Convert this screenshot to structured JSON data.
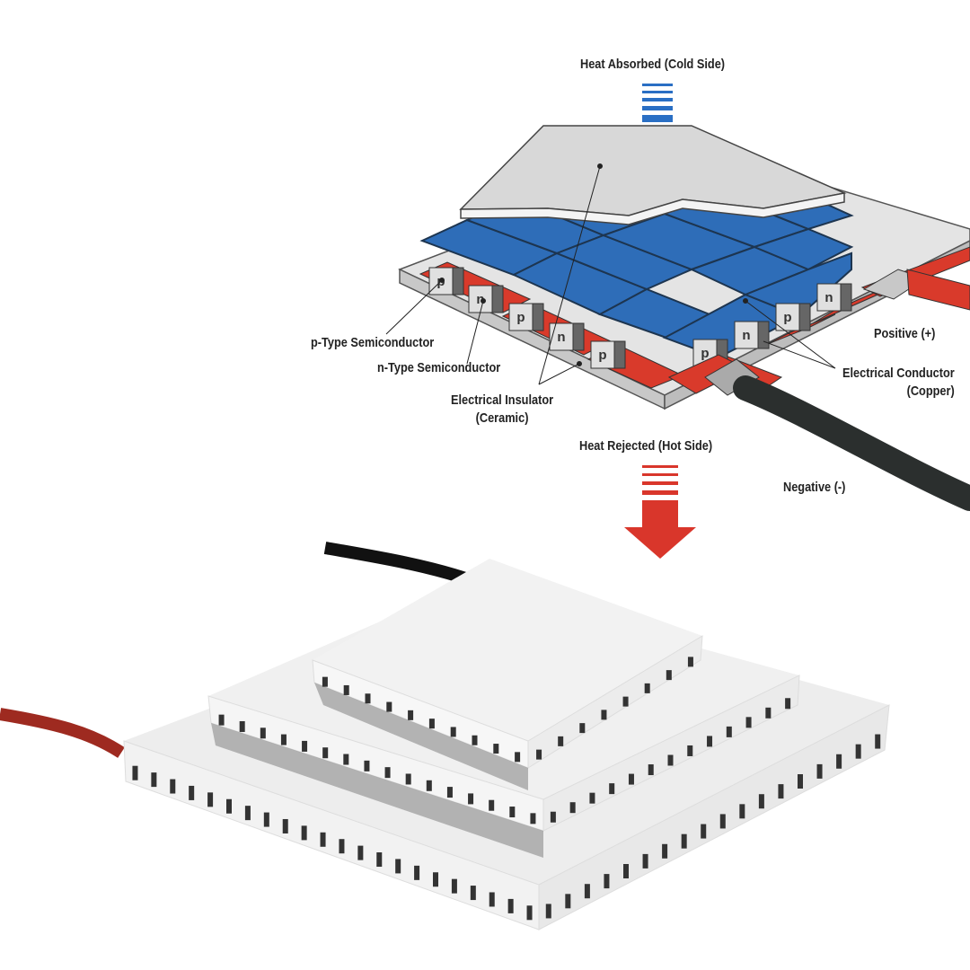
{
  "title": "Thermoelectric (Peltier) Module",
  "labels": {
    "heat_absorbed": "Heat Absorbed (Cold Side)",
    "heat_rejected": "Heat Rejected (Hot Side)",
    "p_type": "p-Type Semiconductor",
    "n_type": "n-Type Semiconductor",
    "insulator_line1": "Electrical Insulator",
    "insulator_line2": "(Ceramic)",
    "positive": "Positive (+)",
    "negative": "Negative (-)",
    "conductor_line1": "Electrical Conductor",
    "conductor_line2": "(Copper)"
  },
  "elements": [
    "p",
    "n",
    "p",
    "n",
    "p",
    "p",
    "n",
    "p",
    "n"
  ],
  "colors": {
    "cold_arrow": "#2a6fc4",
    "hot_arrow": "#d9362b",
    "conductor_blue": "#2e6db8",
    "copper_red": "#d93a2b",
    "ceramic": "#e6e6e6",
    "wire_black": "#222222",
    "wire_red": "#a52a20"
  }
}
